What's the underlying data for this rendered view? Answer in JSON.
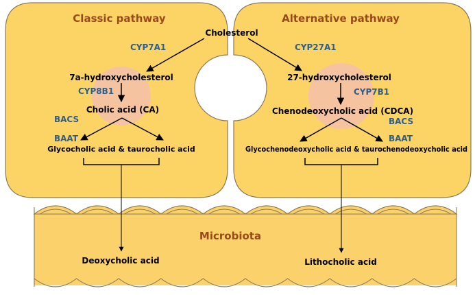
{
  "diagram": {
    "panels": {
      "classic_title": "Classic pathway",
      "alternative_title": "Alternative pathway"
    },
    "nodes": {
      "cholesterol": "Cholesterol",
      "hydroxy7a": "7a-hydroxycholesterol",
      "cholic_acid": "Cholic acid (CA)",
      "glyco_tauro_cholic": "Glycocholic acid & taurocholic acid",
      "hydroxy27": "27-hydroxycholesterol",
      "cdca": "Chenodeoxycholic acid (CDCA)",
      "glyco_tauro_cdca": "Glycochenodeoxycholic acid & taurochenodeoxycholic acid",
      "microbiota": "Microbiota",
      "deoxycholic": "Deoxycholic acid",
      "lithocholic": "Lithocholic acid"
    },
    "enzymes": {
      "cyp7a1": "CYP7A1",
      "cyp8b1": "CYP8B1",
      "bacs_left": "BACS",
      "baat_left": "BAAT",
      "cyp27a1": "CYP27A1",
      "cyp7b1": "CYP7B1",
      "bacs_right": "BACS",
      "baat_right": "BAAT"
    },
    "colors": {
      "cell_fill": "#fcd465",
      "cell_stroke": "#8a7a55",
      "nucleus_fill": "#f6c3a0",
      "intestine_fill": "#fad16a",
      "title_color": "#9a4a1a",
      "enzyme_color": "#2e5f8a"
    }
  }
}
